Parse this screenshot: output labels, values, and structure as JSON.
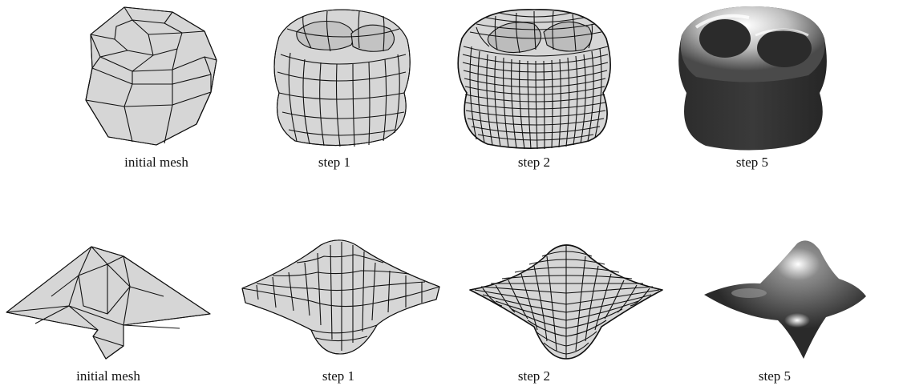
{
  "figure": {
    "rows": [
      {
        "name": "torus-object",
        "panels": [
          {
            "caption": "initial mesh",
            "stage": "initial"
          },
          {
            "caption": "step 1",
            "stage": "step-1"
          },
          {
            "caption": "step 2",
            "stage": "step-2"
          },
          {
            "caption": "step 5",
            "stage": "step-5"
          }
        ]
      },
      {
        "name": "bump-surface",
        "panels": [
          {
            "caption": "initial mesh",
            "stage": "initial"
          },
          {
            "caption": "step 1",
            "stage": "step-1"
          },
          {
            "caption": "step 2",
            "stage": "step-2"
          },
          {
            "caption": "step 5",
            "stage": "step-5"
          }
        ]
      }
    ],
    "colors": {
      "face": "#d6d6d6",
      "edge": "#111111",
      "shaded_dark": "#2a2a2a",
      "shaded_light": "#f4f4f4"
    }
  }
}
